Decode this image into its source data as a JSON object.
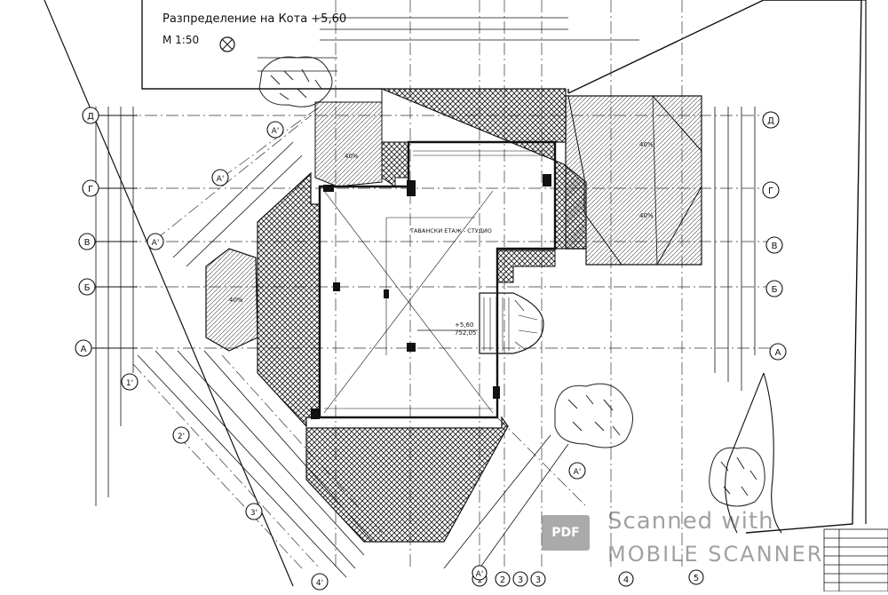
{
  "drawing": {
    "title": "Разпределение на Кота +5,60",
    "scale": "М 1:50",
    "room_label": "ТАВАНСКИ ЕТАЖ - СТУДИО",
    "level_mark": "+5,60",
    "level_abs": "752,05",
    "roof_slope": "40%",
    "axis_labels": {
      "letters": [
        "Д",
        "Г",
        "В",
        "Б",
        "А"
      ],
      "numbers_bottom": [
        "1",
        "2",
        "3",
        "3",
        "4",
        "5"
      ],
      "oblique": [
        "А'",
        "А'",
        "А'",
        "1'",
        "2'",
        "3'",
        "4'",
        "А'",
        "А'"
      ]
    }
  },
  "watermark": {
    "badge": "PDF",
    "line1": "Scanned with",
    "line2": "MOBILE SCANNER"
  },
  "colors": {
    "ink": "#111111",
    "hatch": "#333333",
    "paper": "#ffffff"
  }
}
